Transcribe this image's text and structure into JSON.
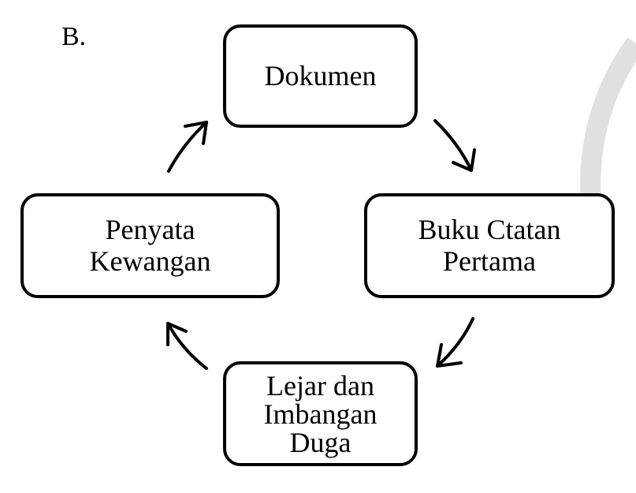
{
  "option_label": "B.",
  "diagram": {
    "nodes": [
      {
        "id": "top",
        "text": "Dokumen"
      },
      {
        "id": "right",
        "text": "Buku Ctatan\nPertama"
      },
      {
        "id": "bottom",
        "text": "Lejar dan\nImbangan\nDuga"
      },
      {
        "id": "left",
        "text": "Penyata\nKewangan"
      }
    ],
    "edges": [
      {
        "from": "top",
        "to": "right"
      },
      {
        "from": "right",
        "to": "bottom"
      },
      {
        "from": "bottom",
        "to": "left"
      },
      {
        "from": "left",
        "to": "top"
      }
    ]
  },
  "colors": {
    "stroke": "#000000",
    "background": "#ffffff",
    "arc": "#e0e0e0"
  }
}
